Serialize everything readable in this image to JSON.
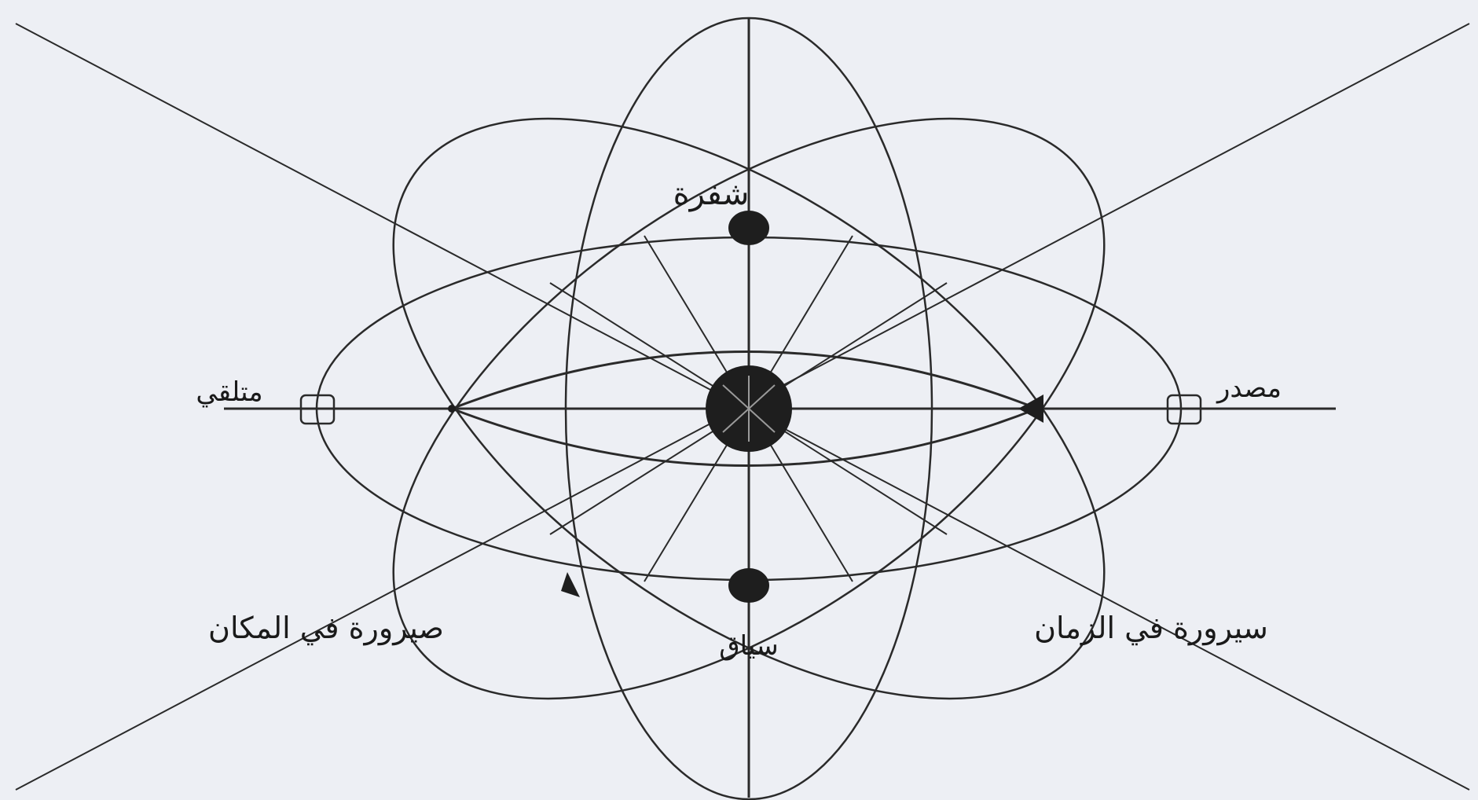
{
  "diagram": {
    "labels": {
      "top": "شفرة",
      "left": "متلقي",
      "right": "مصدر",
      "bottom": "سياق",
      "bottom_left": "صيرورة في المكان",
      "bottom_right": "سيرورة في الزمان"
    },
    "colors": {
      "background": "#edeff4",
      "ink": "#2a2a2a"
    }
  }
}
